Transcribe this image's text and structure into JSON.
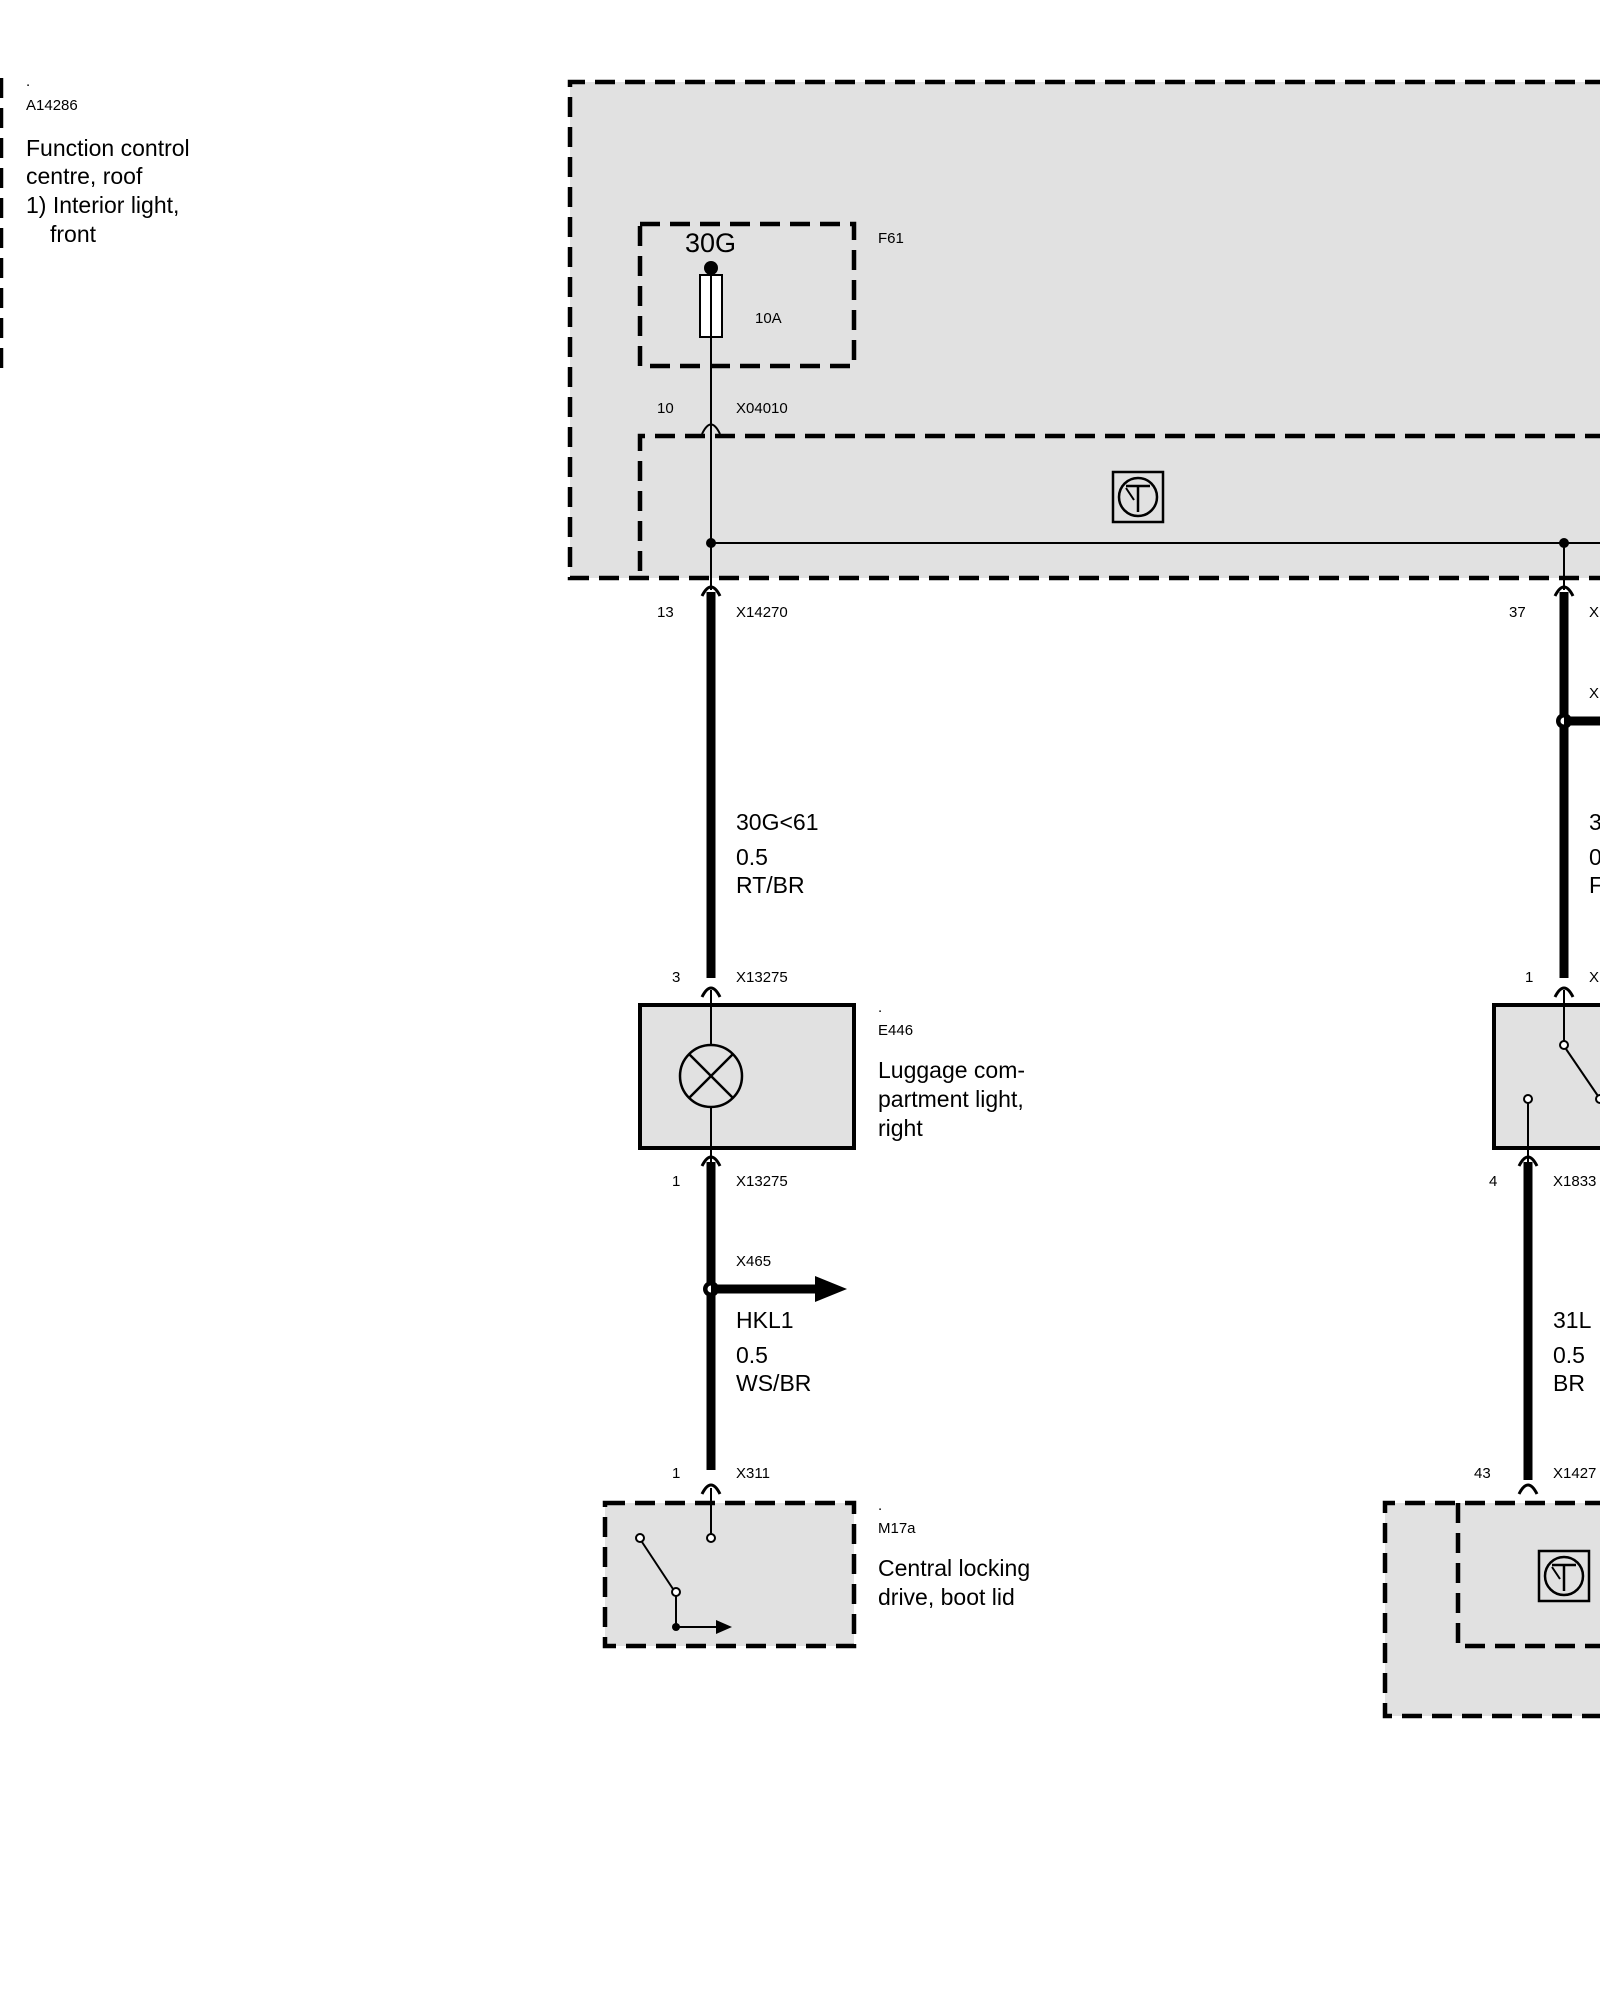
{
  "left_module": {
    "dot": ".",
    "id": "A14286",
    "lines": [
      "Function control",
      "centre, roof",
      "1) Interior light,",
      "front"
    ]
  },
  "fuse": {
    "terminal": "30G",
    "id": "F61",
    "rating": "10A"
  },
  "connector_top": {
    "pin": "10",
    "id": "X04010"
  },
  "wire1_top": {
    "pin": "13",
    "id": "X14270"
  },
  "wire1": {
    "signal": "30G<61",
    "gauge": "0.5",
    "color": "RT/BR"
  },
  "lamp": {
    "pin_top": "3",
    "conn_top": "X13275",
    "pin_bottom": "1",
    "conn_bottom": "X13275",
    "dot": ".",
    "id": "E446",
    "lines": [
      "Luggage com-",
      "partment light,",
      "right"
    ]
  },
  "splice": {
    "id": "X465"
  },
  "wire2": {
    "signal": "HKL1",
    "gauge": "0.5",
    "color": "WS/BR"
  },
  "actuator": {
    "pin": "1",
    "conn": "X311",
    "dot": ".",
    "id": "M17a",
    "lines": [
      "Central locking",
      "drive, boot lid"
    ]
  },
  "right_side": {
    "pin_37": "37",
    "conn_37": "X",
    "conn_mid": "X",
    "wire_signal": "3",
    "wire_gauge": "0",
    "wire_color": "F",
    "pin_1": "1",
    "conn_1": "X",
    "pin_4": "4",
    "conn_4": "X1833",
    "wire3_signal": "31L",
    "wire3_gauge": "0.5",
    "wire3_color": "BR",
    "pin_43": "43",
    "conn_43": "X1427"
  }
}
